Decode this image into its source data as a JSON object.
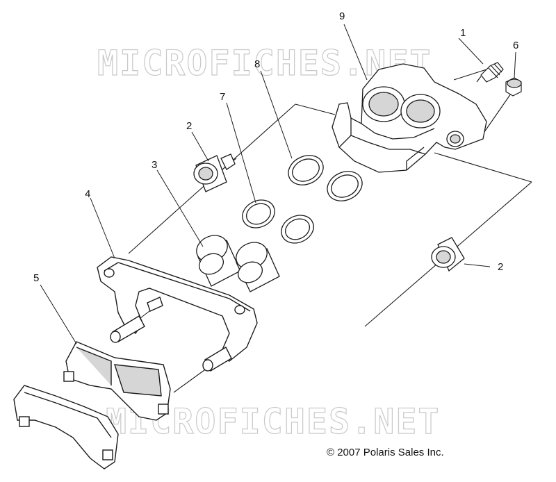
{
  "watermark_text": "MICROFICHES.NET",
  "copyright": "© 2007 Polaris Sales Inc.",
  "callouts": [
    "1",
    "2",
    "2",
    "3",
    "4",
    "5",
    "6",
    "7",
    "8",
    "9"
  ],
  "colors": {
    "line": "#1a1a1a",
    "part_fill": "#ffffff",
    "part_shade": "#d6d6d6",
    "watermark_outline": "#c9c9c9"
  }
}
